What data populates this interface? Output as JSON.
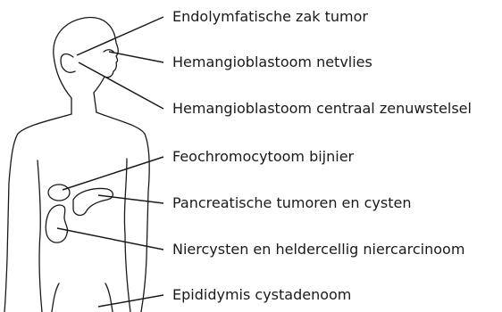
{
  "labels": {
    "endolymphatic": "Endolymfatische zak tumor",
    "retina": "Hemangioblastoom netvlies",
    "cns": "Hemangioblastoom centraal zenuwstelsel",
    "adrenal": "Feochromocytoom bijnier",
    "pancreas": "Pancreatische tumoren en cysten",
    "kidney": "Niercysten en heldercellig niercarcinoom",
    "epididymis": "Epididymis cystadenoom"
  }
}
